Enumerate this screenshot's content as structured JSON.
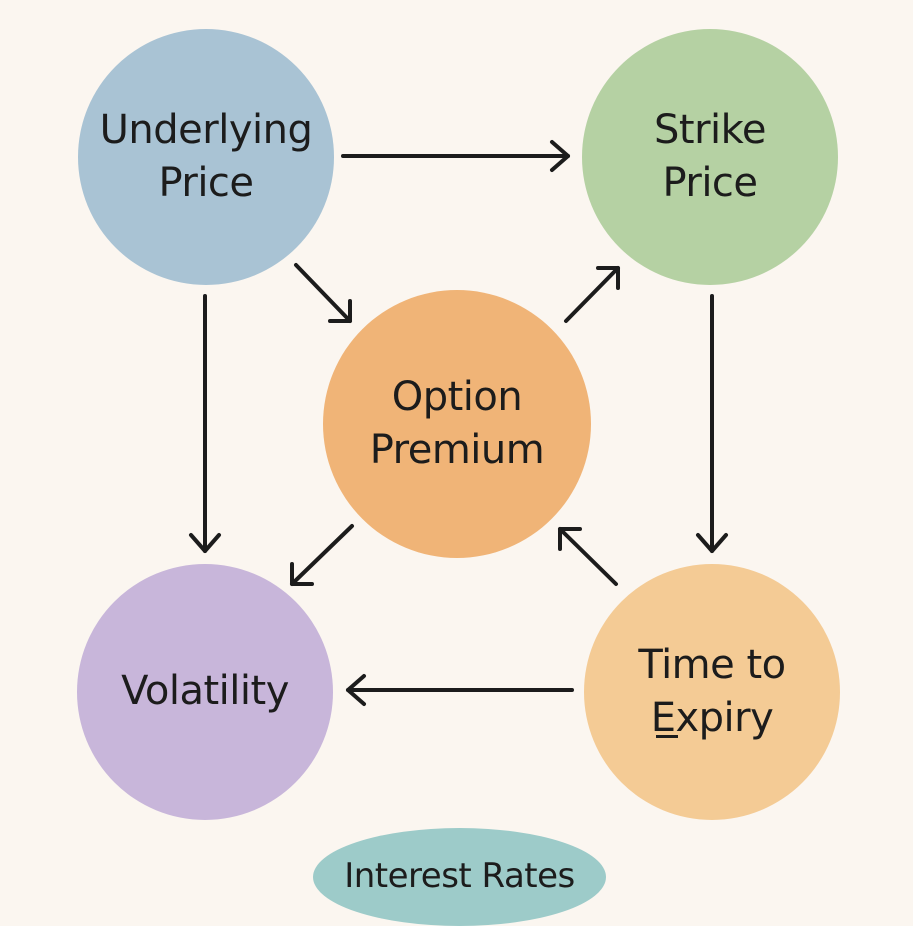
{
  "nodes": {
    "underlying": {
      "line1": "Underlying",
      "line2": "Price",
      "color": "#a9c3d4"
    },
    "strike": {
      "line1": "Strike",
      "line2": "Price",
      "color": "#b5d1a3"
    },
    "option": {
      "line1": "Option",
      "line2": "Premium",
      "color": "#f0b477"
    },
    "volatility": {
      "line1": "Volatility",
      "color": "#c8b6da"
    },
    "expiry": {
      "line1": "Time to",
      "line2": "Expiry",
      "color": "#f4cb95"
    },
    "interest": {
      "line1": "Interest Rates",
      "color": "#9dcbc9"
    }
  },
  "edges": [
    {
      "from": "underlying",
      "to": "strike"
    },
    {
      "from": "underlying",
      "to": "option"
    },
    {
      "from": "underlying",
      "to": "volatility"
    },
    {
      "from": "option",
      "to": "strike"
    },
    {
      "from": "strike",
      "to": "expiry"
    },
    {
      "from": "option",
      "to": "volatility"
    },
    {
      "from": "expiry",
      "to": "option"
    },
    {
      "from": "expiry",
      "to": "volatility"
    }
  ],
  "colors": {
    "arrow": "#1c1c1c",
    "background": "#fbf6f0"
  }
}
